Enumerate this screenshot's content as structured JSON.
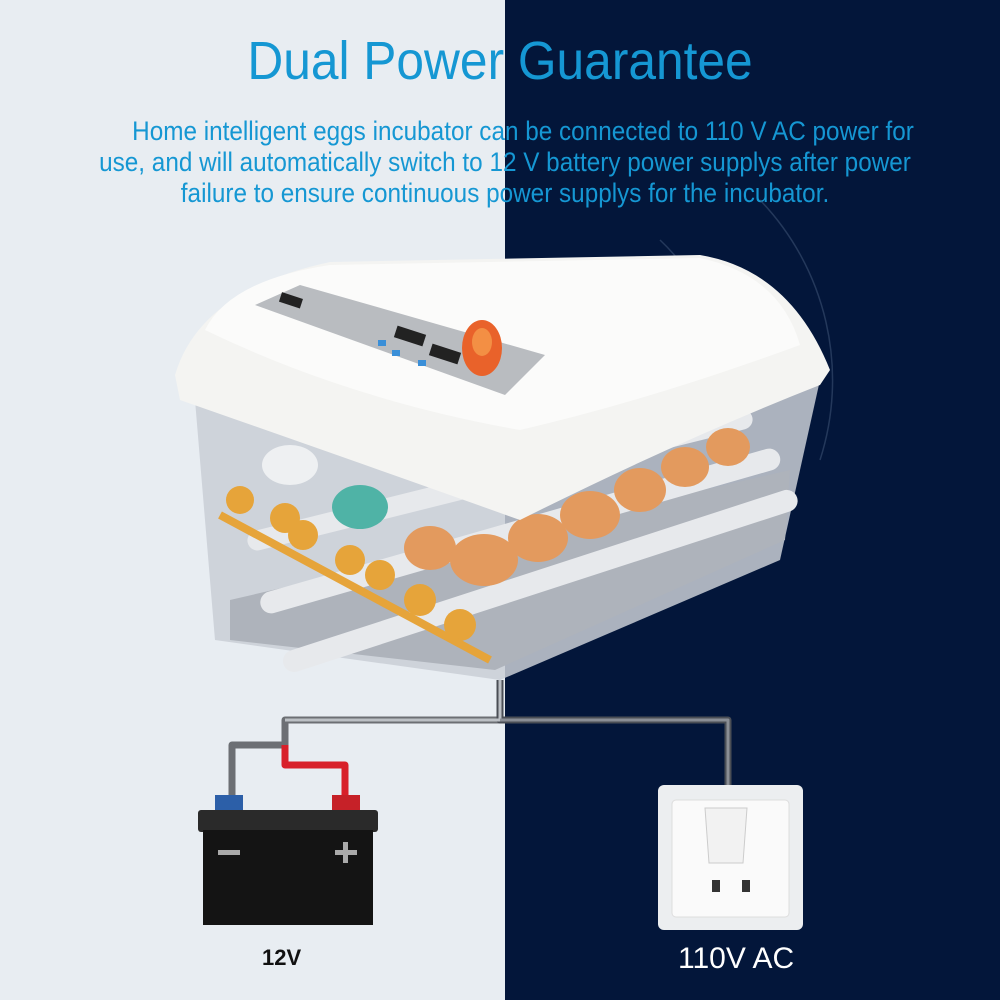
{
  "header": {
    "title": "Dual Power Guarantee",
    "description_lines": [
      "Home intelligent eggs incubator can be connected to 110 V AC power for",
      "use, and will automatically switch to 12 V battery power supplys after power",
      "failure to ensure continuous power supplys for the incubator."
    ]
  },
  "labels": {
    "battery": "12V",
    "outlet": "110V AC"
  },
  "colors": {
    "accent": "#1597d3",
    "left_bg": "#e8edf2",
    "right_bg": "#03163a"
  }
}
